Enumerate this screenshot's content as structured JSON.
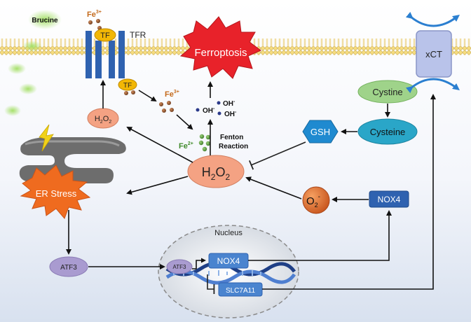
{
  "labels": {
    "brucine": "Brucine",
    "fe3_top": "Fe",
    "fe3_top_sup": "3+",
    "tf_top": "TF",
    "tfr": "TFR",
    "tf_lower": "TF",
    "fe3_mid": "Fe",
    "fe3_mid_sup": "3+",
    "ferroptosis": "Ferroptosis",
    "oh": "OH",
    "oh_sup": "-",
    "fe2": "Fe",
    "fe2_sup": "2+",
    "fenton_line1": "Fenton",
    "fenton_line2": "Reaction",
    "h2o2_small_main": "H",
    "h2o2_small_sub1": "2",
    "h2o2_small_mid": "O",
    "h2o2_small_sub2": "2",
    "h2o2_big_main": "H",
    "h2o2_big_sub1": "2",
    "h2o2_big_mid": "O",
    "h2o2_big_sub2": "2",
    "er_stress": "ER Stress",
    "xct": "xCT",
    "cystine": "Cystine",
    "cysteine": "Cysteine",
    "gsh": "GSH",
    "o2": "O",
    "o2_sub": "2",
    "o2_sup": "-",
    "nox4_right": "NOX4",
    "nucleus": "Nucleus",
    "atf3_left": "ATF3",
    "atf3_dna": "ATF3",
    "nox4_nucleus": "NOX4",
    "slc7a11": "SLC7A11"
  },
  "colors": {
    "background_top": "#ffffff",
    "background_bottom": "#dfe6f2",
    "membrane": "#f3d36a",
    "tfr_blue": "#2f62b0",
    "tf_yellow": "#f2b705",
    "ferroptosis_red": "#e8222a",
    "er_orange": "#ef6b1f",
    "h2o2_salmon": "#f4a283",
    "cystine_green": "#9fd38a",
    "cysteine_teal": "#2aa6c8",
    "gsh_blue": "#1f8ad0",
    "nox4_blue": "#2f62b0",
    "atf3_purple": "#a99bd0",
    "xct_lavender": "#b9c3ea",
    "brucine_green": "#8fd34a",
    "iron_brown": "#7a4a2a"
  }
}
